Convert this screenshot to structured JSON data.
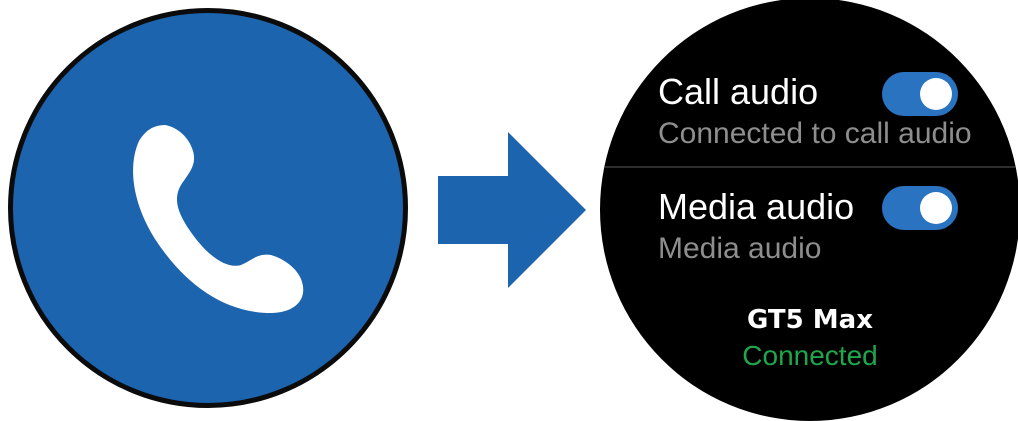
{
  "phone_icon": {
    "icon": "phone-icon",
    "circle_color": "#1c64ad"
  },
  "arrow": {
    "icon": "arrow-right-icon",
    "color": "#1c64ad"
  },
  "watch": {
    "settings": [
      {
        "title": "Call audio",
        "subtitle": "Connected to call audio",
        "enabled": true
      },
      {
        "title": "Media audio",
        "subtitle": "Media audio",
        "enabled": true
      }
    ],
    "device": {
      "name": "GT5 Max",
      "status": "Connected",
      "status_color": "#1fa64a"
    },
    "toggle_color": "#2a73c0"
  }
}
